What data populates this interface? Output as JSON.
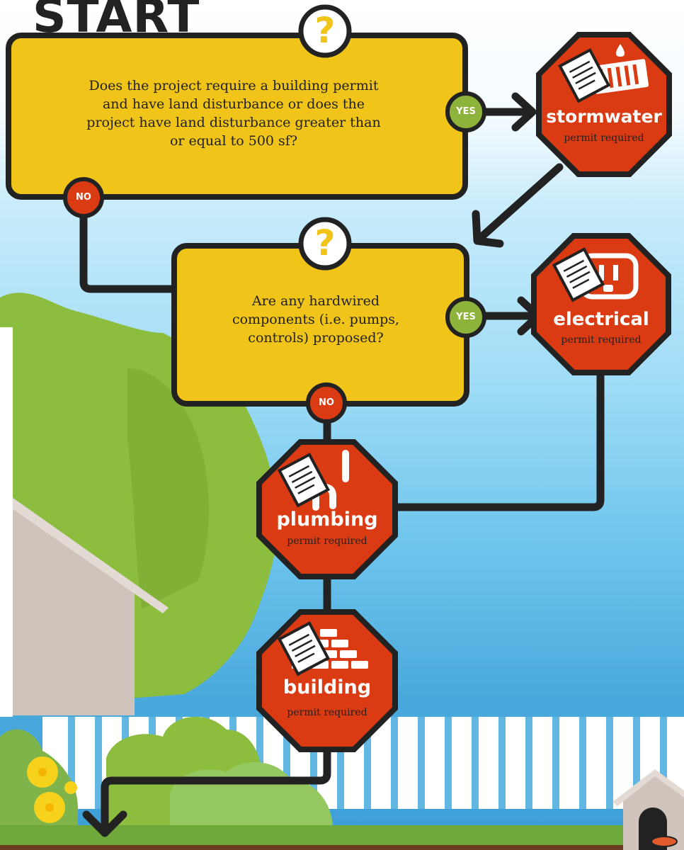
{
  "title": "START",
  "questions": [
    {
      "id": "q1",
      "marker": "?",
      "text": "Does the project require a building permit and have land disturbance or does the project have land disturbance greater than or equal to 500 sf?",
      "yes_label": "YES",
      "no_label": "NO"
    },
    {
      "id": "q2",
      "marker": "?",
      "text": "Are any hardwired components (i.e. pumps, controls) proposed?",
      "yes_label": "YES",
      "no_label": "NO"
    }
  ],
  "permits": [
    {
      "id": "stormwater",
      "name": "stormwater",
      "sub": "permit required",
      "icon": "stormwater-grate-icon"
    },
    {
      "id": "electrical",
      "name": "electrical",
      "sub": "permit required",
      "icon": "electrical-outlet-icon"
    },
    {
      "id": "plumbing",
      "name": "plumbing",
      "sub": "permit required",
      "icon": "plumbing-pipe-icon"
    },
    {
      "id": "building",
      "name": "building",
      "sub": "permit required",
      "icon": "brick-wall-icon"
    }
  ],
  "colors": {
    "question_box": "#f0c419",
    "permit_sign": "#db3b12",
    "yes_badge": "#8db33a",
    "no_badge": "#db3b12",
    "outline": "#222222",
    "sky_top": "#ffffff",
    "sky_bottom": "#3d9dd6",
    "tree": "#8cbd3f",
    "fence": "#ffffff"
  }
}
